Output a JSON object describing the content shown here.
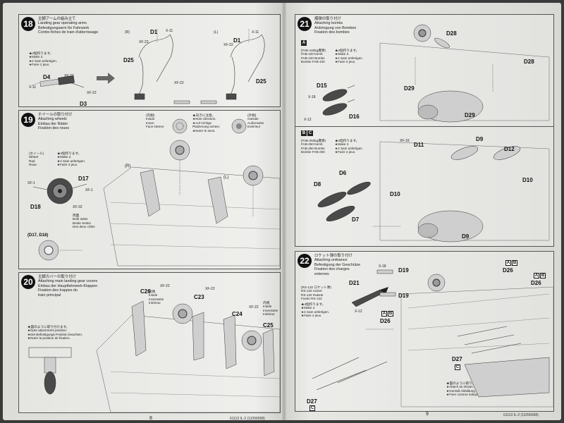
{
  "footer": {
    "left_code": "61113 IL-2 (11056098)",
    "right_code": "61113 IL-2 (11056098)"
  },
  "pages": {
    "left": "8",
    "right": "9"
  },
  "steps": {
    "s18": {
      "number": "18",
      "title": [
        "主脚アームの組み立て",
        "Landing gear operating arms",
        "Befestigungsarm für Fahrwerk",
        "Contre-fiches de train d'atterrissage"
      ],
      "make_note": [
        "★2個作ります。",
        "★Make 2.",
        "★2 Satz anfertigen.",
        "★Faire 2 jeux."
      ],
      "side_r": "(R)",
      "side_l": "(L)",
      "parts": {
        "d4": "D4",
        "d3": "D3",
        "d1a": "D1",
        "d1b": "D1",
        "d25a": "D25",
        "d25b": "D25",
        "x11a": "X-11",
        "x11b": "X-11",
        "x11c": "X-11",
        "xf22a": "XF-22",
        "xf22b": "XF-22",
        "xf22c": "XF-22",
        "xf22d": "XF-22",
        "xf22e": "XF-22"
      }
    },
    "s19": {
      "number": "19",
      "title": [
        "ホイールの取り付け",
        "Attaching wheels",
        "Einbau der Räder",
        "Fixation des roues"
      ],
      "inside": [
        "(内側)",
        "Inside",
        "Innen",
        "Face interne"
      ],
      "outside": [
        "(外側)",
        "Outside",
        "Außenseite",
        "Extérieur"
      ],
      "direction_note": [
        "★向きに注意。",
        "★Note direction.",
        "★Auf richtige",
        "Platzierung achten.",
        "★Noter le sens."
      ],
      "wheel_label": [
        "(ホイール)",
        "Wheel",
        "Rad",
        "Roue"
      ],
      "make_note": [
        "★2個作ります。",
        "★Make 2.",
        "★2 Satz anfertigen.",
        "★Faire 2 jeux."
      ],
      "both_sides": [
        "両面",
        "Both sides",
        "Beide Seiten",
        "Des deux côtés"
      ],
      "parts": {
        "d17": "D17",
        "d18": "D18",
        "xf1a": "XF-1",
        "xf1b": "XF-1",
        "xf32": "XF-32",
        "d1718": "(D17, D18)",
        "r": "(R)",
        "l": "(L)"
      }
    },
    "s20": {
      "number": "20",
      "title": [
        "主脚カバーの取り付け",
        "Attaching main landing gear covers",
        "Einbau der Hauptfahrwerk-Klappen",
        "Fixation des trappes du",
        "train principal"
      ],
      "inside": [
        "内側",
        "Inside",
        "Innenseite",
        "Intérieur"
      ],
      "attach_note": [
        "★図のように取り付けます。",
        "★Note attachment position.",
        "★Die Befestigungs-Position beachten.",
        "★Noter la position de fixation."
      ],
      "parts": {
        "c26": "C26",
        "c23": "C23",
        "c24": "C24",
        "c25": "C25",
        "xf22a": "XF-22",
        "xf22b": "XF-22",
        "xf22c": "XF-22"
      }
    },
    "s21": {
      "number": "21",
      "title": [
        "爆弾の取り付け",
        "Attaching bombs",
        "Anbringung von Bomben",
        "Fixation des bombes"
      ],
      "variant_a": "A",
      "variant_bc": [
        "B",
        "C"
      ],
      "fab100": [
        "(FAB-100kg爆弾)",
        "FAB-100 bomb",
        "FAB-100 Bombe",
        "Bombe FAB-100"
      ],
      "fab250": [
        "(FAB-250kg爆弾)",
        "FAB-250 bomb",
        "FAB-250 Bombe",
        "Bombe FAB-250"
      ],
      "make_note": [
        "★2個作ります。",
        "★Make 2.",
        "★2 Satz anfertigen.",
        "★Faire 2 jeux."
      ],
      "parts": {
        "d15": "D15",
        "d16": "D16",
        "d28a": "D28",
        "d28b": "D28",
        "d29a": "D29",
        "d29b": "D29",
        "d11": "D11",
        "d9a": "D9",
        "d9b": "D9",
        "d12": "D12",
        "d10a": "D10",
        "d10b": "D10",
        "d8": "D8",
        "d6": "D6",
        "d7": "D7",
        "x18": "X-18",
        "x12": "X-12",
        "xf16": "XF-16"
      }
    },
    "s22": {
      "number": "22",
      "title": [
        "ロケット弾の取り付け",
        "Attaching ordnance",
        "Befestigung der Geschütze",
        "Fixation des charges",
        "externes"
      ],
      "rocket": [
        "(RS-132 ロケット弾)",
        "RS-132 rocket",
        "RS-132 Rakete",
        "Fusée RS-132"
      ],
      "make_note": [
        "★4個作ります。",
        "★Make 4.",
        "★4 Satz anfertigen.",
        "★Faire 4 jeux."
      ],
      "attach_note": [
        "★図のように取り付けます。",
        "★Attach as shown.",
        "★Gemäß Abbildung einbauen.",
        "★Fixer comme indiqué."
      ],
      "parts": {
        "d19a": "D19",
        "d19b": "D19",
        "d21": "D21",
        "d26a": "D26",
        "d26b": "D26",
        "d26c": "D26",
        "d27a": "D27",
        "d27b": "D27",
        "x18": "X-18",
        "x12": "X-12"
      },
      "badges": {
        "ab": [
          "A",
          "B"
        ],
        "c": "C"
      }
    }
  }
}
